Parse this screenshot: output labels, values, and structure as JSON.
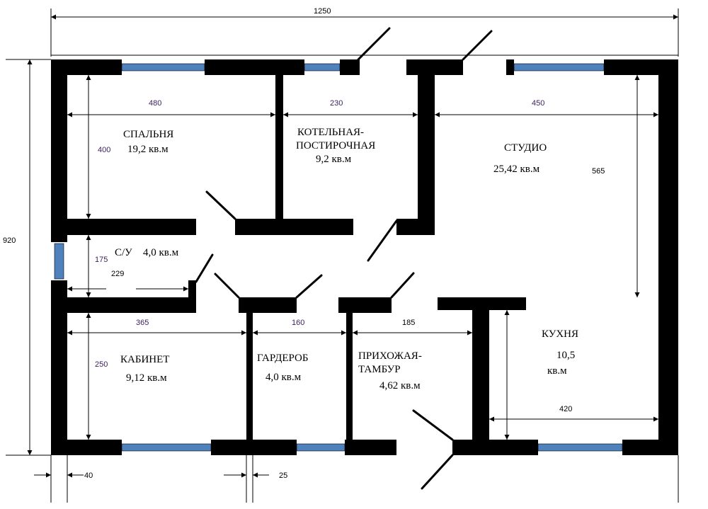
{
  "plan": {
    "dimensions": {
      "total_width": "1250",
      "total_height": "920",
      "bedroom_width": "480",
      "boiler_width": "230",
      "studio_width": "450",
      "bedroom_depth": "400",
      "studio_depth": "565",
      "bath_depth": "175",
      "bath_width": "229",
      "office_width": "365",
      "wardrobe_width": "160",
      "hall_width": "185",
      "office_depth": "250",
      "kitchen_width": "420",
      "wall_thickness": "40",
      "partition_thickness": "25"
    },
    "rooms": {
      "bedroom": {
        "name": "СПАЛЬНЯ",
        "area": "19,2 кв.м"
      },
      "boiler": {
        "name_line1": "КОТЕЛЬНАЯ-",
        "name_line2": "ПОСТИРОЧНАЯ",
        "area": "9,2 кв.м"
      },
      "studio": {
        "name": "СТУДИО",
        "area": "25,42 кв.м"
      },
      "bathroom": {
        "name": "С/У",
        "area": "4,0 кв.м"
      },
      "office": {
        "name": "КАБИНЕТ",
        "area": "9,12 кв.м"
      },
      "wardrobe": {
        "name": "ГАРДЕРОБ",
        "area": "4,0 кв.м"
      },
      "hall": {
        "name_line1": "ПРИХОЖАЯ-",
        "name_line2": "ТАМБУР",
        "area": "4,62 кв.м"
      },
      "kitchen": {
        "name": "КУХНЯ",
        "area_line1": "10,5",
        "area_line2": "кв.м"
      }
    },
    "colors": {
      "wall": "#000000",
      "window_glass": "#4f81bd"
    }
  }
}
